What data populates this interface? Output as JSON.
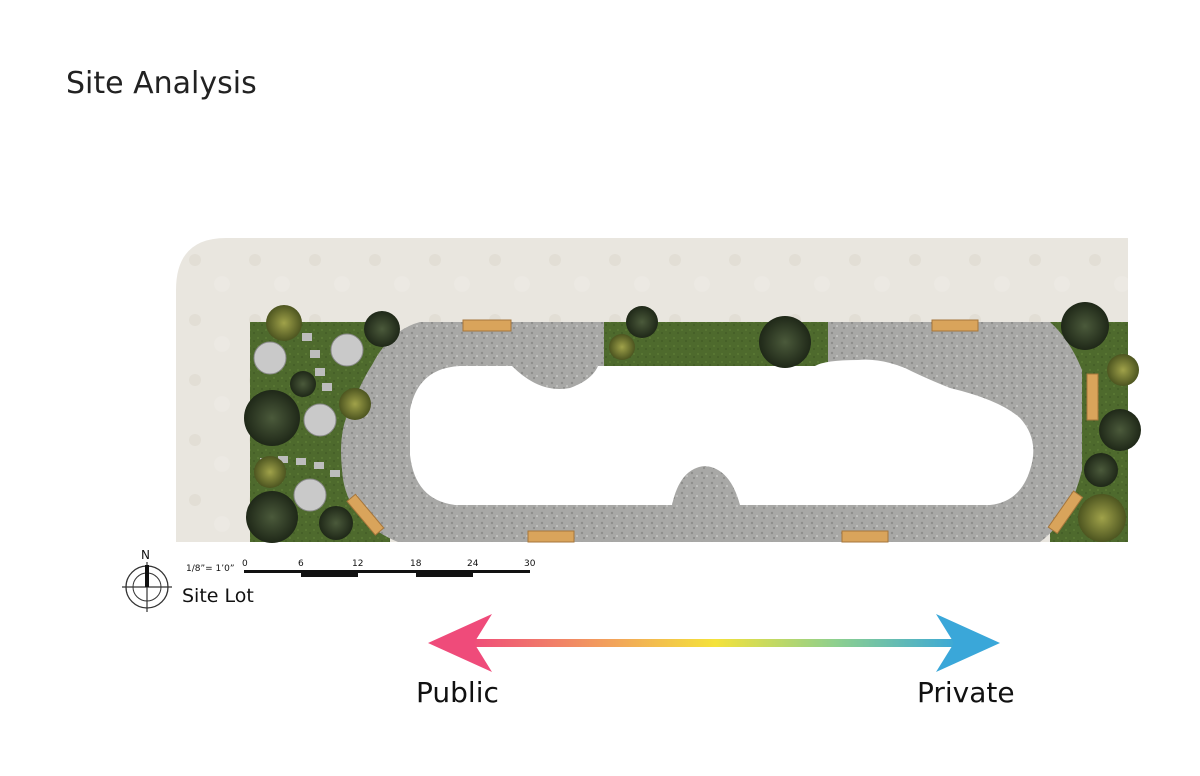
{
  "title": "Site Analysis",
  "north": "N",
  "site_label": "Site Lot",
  "scale": {
    "ratio": "1/8”= 1’0”",
    "ticks": [
      "0",
      "6",
      "12",
      "18",
      "24",
      "30"
    ]
  },
  "gradient": {
    "left_label": "Public",
    "right_label": "Private",
    "colors": [
      "#ef4b7a",
      "#f2a65a",
      "#f4e23b",
      "#8ccf8f",
      "#3aa7d9"
    ]
  },
  "colors": {
    "sidewalk": "#e9e6df",
    "grass": "#4f6b2e",
    "gravel": "#a7a7a5",
    "bench": "#d9a45b",
    "tree_dark": "#2e3a24",
    "tree_olive": "#6b7430"
  }
}
